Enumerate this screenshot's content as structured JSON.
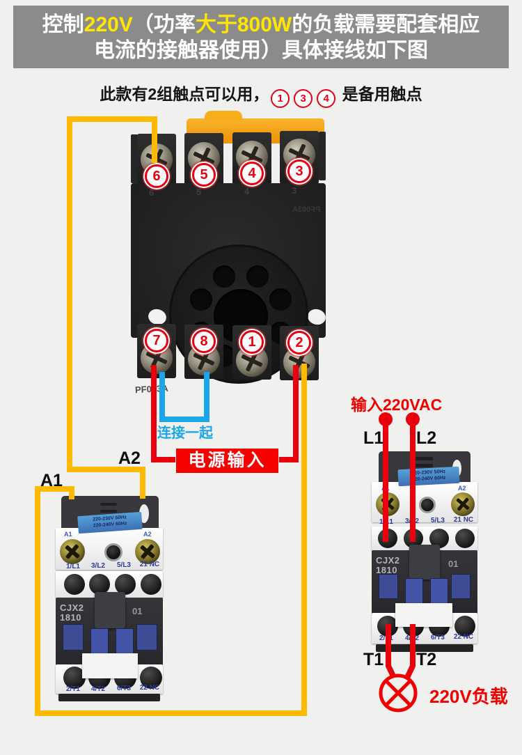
{
  "banner": {
    "l1a": "控制",
    "l1b": "220V",
    "l1c": "（功率",
    "l1d": "大于800W",
    "l1e": "的负载需要配套相应",
    "line2": "电流的接触器使用）具体接线如下图"
  },
  "subtitle": {
    "pre": "此款有2组触点可以用，",
    "nums": [
      "1",
      "3",
      "4"
    ],
    "post": "是备用触点"
  },
  "socket": {
    "model": "PF083A",
    "model_mirrored": "PF083A",
    "top_badges": [
      "6",
      "5",
      "4",
      "3"
    ],
    "bottom_badges": [
      "7",
      "8",
      "1",
      "2"
    ],
    "molded_top": [
      "6",
      "5",
      "4",
      "3"
    ],
    "molded_bottom": [
      "7",
      "8",
      "1",
      "2"
    ]
  },
  "labels": {
    "a1": "A1",
    "a2": "A2",
    "connect_together": "连接一起",
    "power_input": "电源输入",
    "input_vac": "输入220VAC",
    "l1": "L1",
    "l2": "L2",
    "t1": "T1",
    "t2": "T2",
    "load": "220V负载"
  },
  "contactor_left": {
    "spec1": "220-230V 50Hz",
    "spec2": "220-240V 60Hz",
    "coil_a1": "A1",
    "coil_a2": "A2",
    "row_top": [
      "1/L1",
      "3/L2",
      "5/L3",
      "21 NC"
    ],
    "model1": "CJX2",
    "model2": "1810",
    "aux": "01",
    "row_bottom": [
      "2/T1",
      "4/T2",
      "6/T3",
      "22 NC"
    ]
  },
  "contactor_right": {
    "spec1": "220-230V 50Hz",
    "spec2": "220-240V 60Hz",
    "coil_a1": "A1",
    "coil_a2": "A2",
    "row_top": [
      "1/L1",
      "3/L2",
      "5/L3",
      "21 NC"
    ],
    "model1": "CJX2",
    "model2": "1810",
    "aux": "01",
    "row_bottom": [
      "2/T1",
      "4/T2",
      "6/T3",
      "22 NC"
    ]
  },
  "colors": {
    "banner_bg": "#8b8b8b",
    "banner_highlight": "#ffe600",
    "annotation_red": "#f10000",
    "wire_red": "#e8000d",
    "wire_yellow": "#ffba00",
    "wire_blue": "#1ca6ea",
    "badge_red": "#e60012",
    "contactor_band_blue": "#4a82c4",
    "contactor_label_blue": "#2b3a9b"
  }
}
